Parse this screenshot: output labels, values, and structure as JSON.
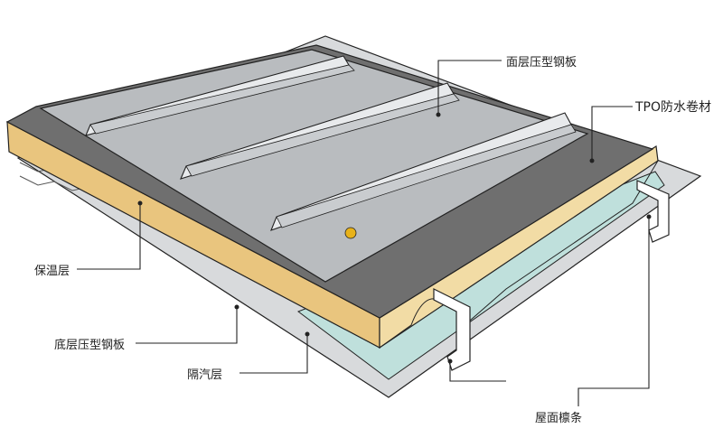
{
  "labels": {
    "top_sheet": "面层压型钢板",
    "tpo": "TPO防水卷材",
    "insulation": "保温层",
    "bottom_sheet": "底层压型钢板",
    "vapor": "隔汽层",
    "purlin": "屋面檩条"
  },
  "colors": {
    "top_sheet": "#b9bcbf",
    "tpo": "#6f6f6f",
    "insulation": "#f0d69a",
    "vapor": "#bfe0dc",
    "bottom_sheet": "#d8dadc",
    "outline": "#222222"
  }
}
